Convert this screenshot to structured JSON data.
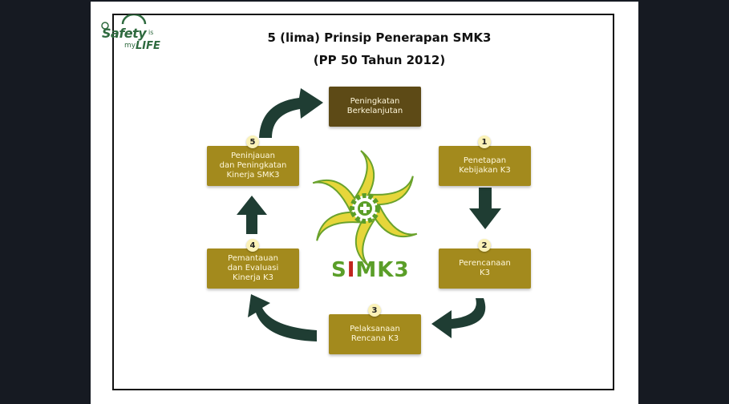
{
  "logo": {
    "w1": "Safety",
    "w2": "is",
    "w3": "my",
    "w4": "LIFE"
  },
  "title": {
    "line1": "5 (lima) Prinsip Penerapan SMK3",
    "line2": "(PP 50 Tahun 2012)"
  },
  "steps": [
    {
      "number": "1",
      "label": "Penetapan\nKebijakan K3"
    },
    {
      "number": "2",
      "label": "Perencanaan\nK3"
    },
    {
      "number": "3",
      "label": "Pelaksanaan\nRencana K3"
    },
    {
      "number": "4",
      "label": "Pemantauan\ndan Evaluasi\nKinerja K3"
    },
    {
      "number": "5",
      "label": "Peninjauan\ndan Peningkatan\nKinerja SMK3"
    }
  ],
  "final_step": {
    "label": "Peningkatan\nBerkelanjutan"
  },
  "center_logo": {
    "part1": "S",
    "part2": "I",
    "part3": "M",
    "part4": "K3"
  },
  "colors": {
    "box": "#a38a1d",
    "box_dark": "#5d4a16",
    "arrow": "#1f3d33",
    "badge": "#fbf2b8",
    "logo_green": "#5a9e28",
    "logo_yellow": "#e6d63a"
  }
}
